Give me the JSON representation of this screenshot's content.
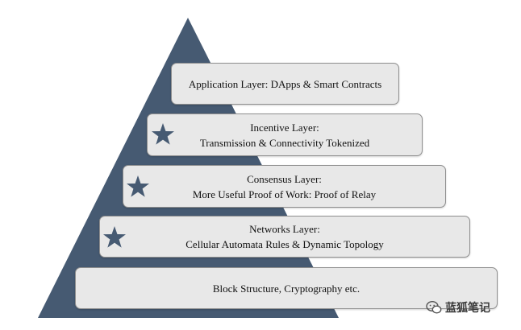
{
  "colors": {
    "pyramid": "#465a72",
    "box_fill": "#e8e8e8",
    "box_border": "#8f8f8f",
    "star": "#465a72"
  },
  "layers": [
    {
      "lines": [
        "Application Layer: DApps & Smart Contracts"
      ],
      "star": false
    },
    {
      "lines": [
        "Incentive Layer:",
        "Transmission & Connectivity Tokenized"
      ],
      "star": true
    },
    {
      "lines": [
        "Consensus Layer:",
        "More Useful Proof of Work: Proof of Relay"
      ],
      "star": true
    },
    {
      "lines": [
        "Networks Layer:",
        "Cellular Automata Rules & Dynamic Topology"
      ],
      "star": true
    },
    {
      "lines": [
        "Block Structure, Cryptography etc."
      ],
      "star": false
    }
  ],
  "watermark": {
    "text": "蓝狐笔记",
    "icon": "wechat-icon"
  }
}
